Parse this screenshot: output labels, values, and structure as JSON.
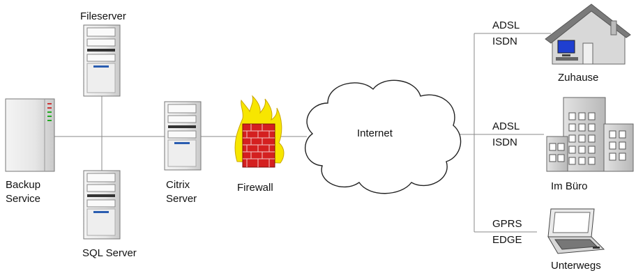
{
  "nodes": {
    "fileserver": "Fileserver",
    "sql_server": "SQL Server",
    "backup": [
      "Backup",
      "Service"
    ],
    "citrix": [
      "Citrix",
      "Server"
    ],
    "firewall": "Firewall",
    "internet": "Internet",
    "home": "Zuhause",
    "office": "Im Büro",
    "mobile": "Unterwegs"
  },
  "links": {
    "home": [
      "ADSL",
      "ISDN"
    ],
    "office": [
      "ADSL",
      "ISDN"
    ],
    "mobile": [
      "GPRS",
      "EDGE"
    ]
  },
  "colors": {
    "line": "#8a8a8a",
    "firewall_brick": "#d42020",
    "flame": "#f7e600",
    "house_wall": "#cfcfcf",
    "building": "#d0d0d0",
    "monitor_screen": "#1f3fd0"
  }
}
